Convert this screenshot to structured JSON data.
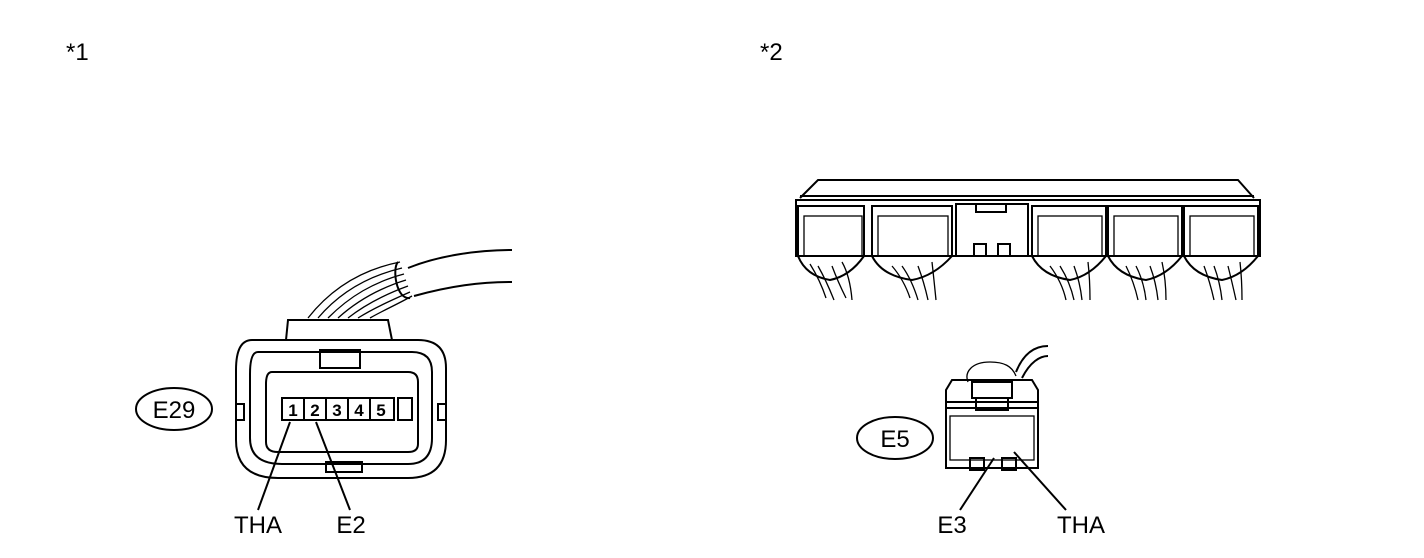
{
  "panels": [
    {
      "marker": "*1",
      "connector_id": "E29",
      "pins": [
        "1",
        "2",
        "3",
        "4",
        "5"
      ],
      "callouts": [
        "THA",
        "E2"
      ]
    },
    {
      "marker": "*2",
      "connector_id": "E5",
      "callouts": [
        "E3",
        "THA"
      ]
    }
  ],
  "colors": {
    "line": "#000000",
    "background": "#ffffff"
  }
}
